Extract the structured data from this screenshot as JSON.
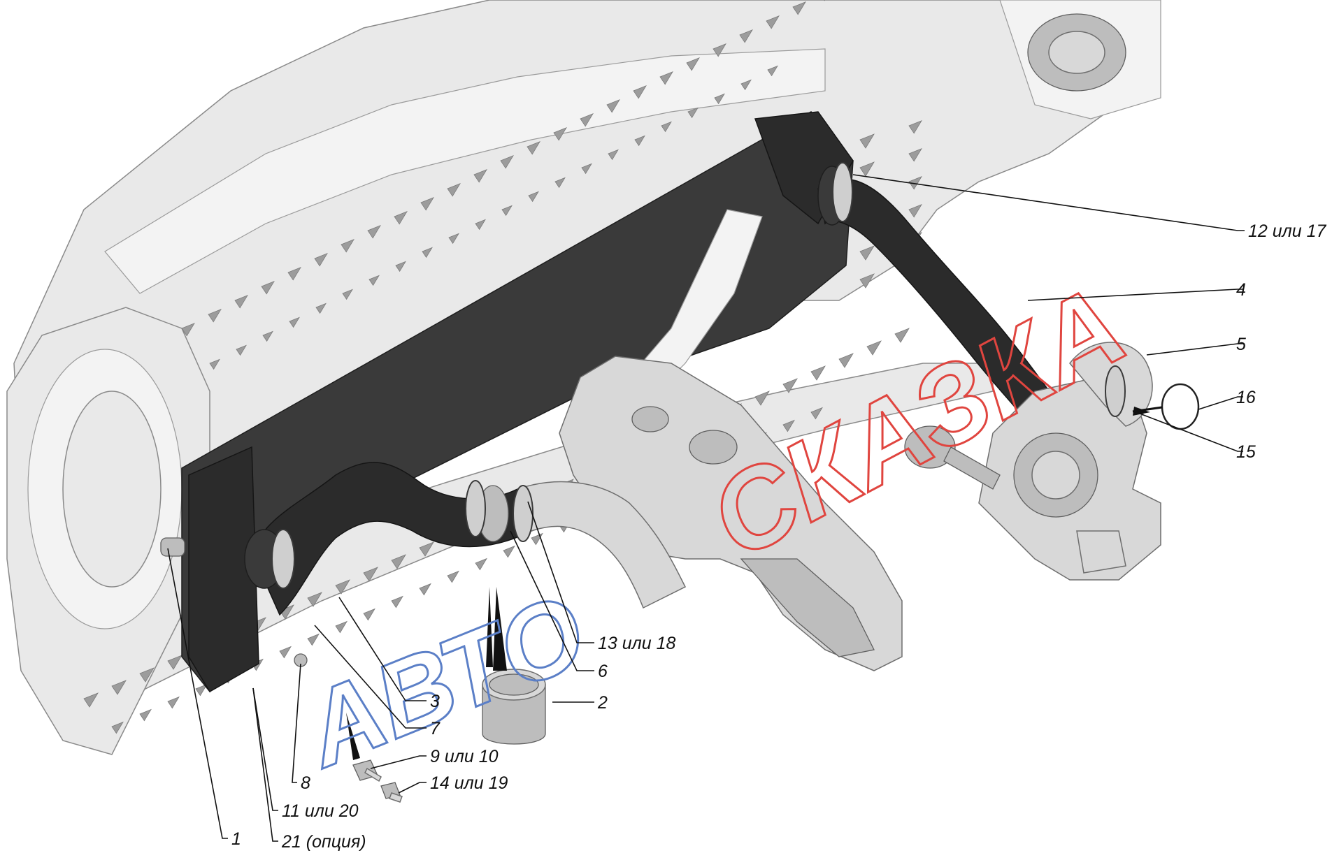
{
  "diagram": {
    "callouts": [
      {
        "id": "c1",
        "text": "1"
      },
      {
        "id": "c2",
        "text": "2"
      },
      {
        "id": "c3",
        "text": "3"
      },
      {
        "id": "c4",
        "text": "4"
      },
      {
        "id": "c5",
        "text": "5"
      },
      {
        "id": "c6",
        "text": "6"
      },
      {
        "id": "c7",
        "text": "7"
      },
      {
        "id": "c8",
        "text": "8"
      },
      {
        "id": "c9",
        "text": "9 или 10"
      },
      {
        "id": "c11",
        "text": "11 или 20"
      },
      {
        "id": "c12",
        "text": "12 или 17"
      },
      {
        "id": "c13",
        "text": "13 или 18"
      },
      {
        "id": "c14",
        "text": "14 или 19"
      },
      {
        "id": "c15",
        "text": "15"
      },
      {
        "id": "c16",
        "text": "16"
      },
      {
        "id": "c21",
        "text": "21 (опция)"
      }
    ],
    "watermark": {
      "line1": "АВТО",
      "line2": "СКАЗКА",
      "color1": "#5b7fc7",
      "color2": "#e0453f"
    }
  }
}
